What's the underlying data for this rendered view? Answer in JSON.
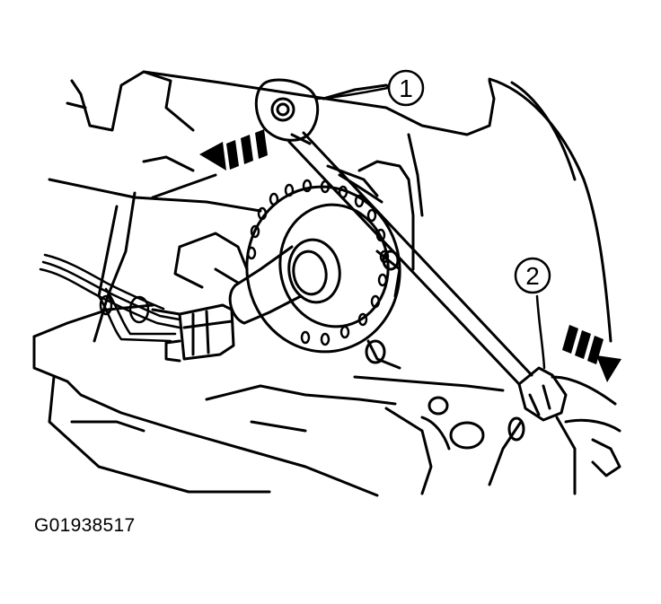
{
  "figure": {
    "image_code": "G01938517",
    "callouts": [
      {
        "id": "1",
        "label": "1"
      },
      {
        "id": "2",
        "label": "2"
      }
    ],
    "line_color": "#000000",
    "background_color": "#ffffff",
    "arrow_style": "dashed-tail solid head (removal direction)"
  }
}
